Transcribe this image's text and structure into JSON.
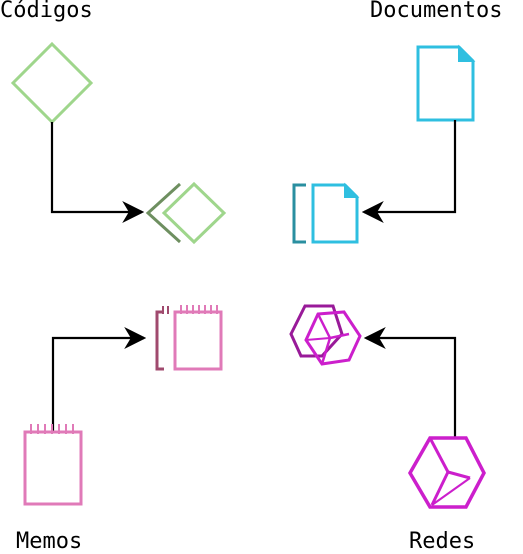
{
  "labels": {
    "codigos": "Códigos",
    "documentos": "Documentos",
    "memos": "Memos",
    "redes": "Redes"
  },
  "icons": {
    "codigos": {
      "name": "diamond-icon",
      "color": "#9fd68c",
      "dark_color": "#6e8f60"
    },
    "documentos": {
      "name": "document-icon",
      "color": "#2fbfe0",
      "dark_color": "#2a8fa0"
    },
    "memos": {
      "name": "notepad-icon",
      "color": "#e07ab8",
      "dark_color": "#a04a6e"
    },
    "redes": {
      "name": "network-hexagon-icon",
      "color": "#cc1fcc",
      "dark_color": "#991a99"
    }
  },
  "arrow_color": "#000000"
}
